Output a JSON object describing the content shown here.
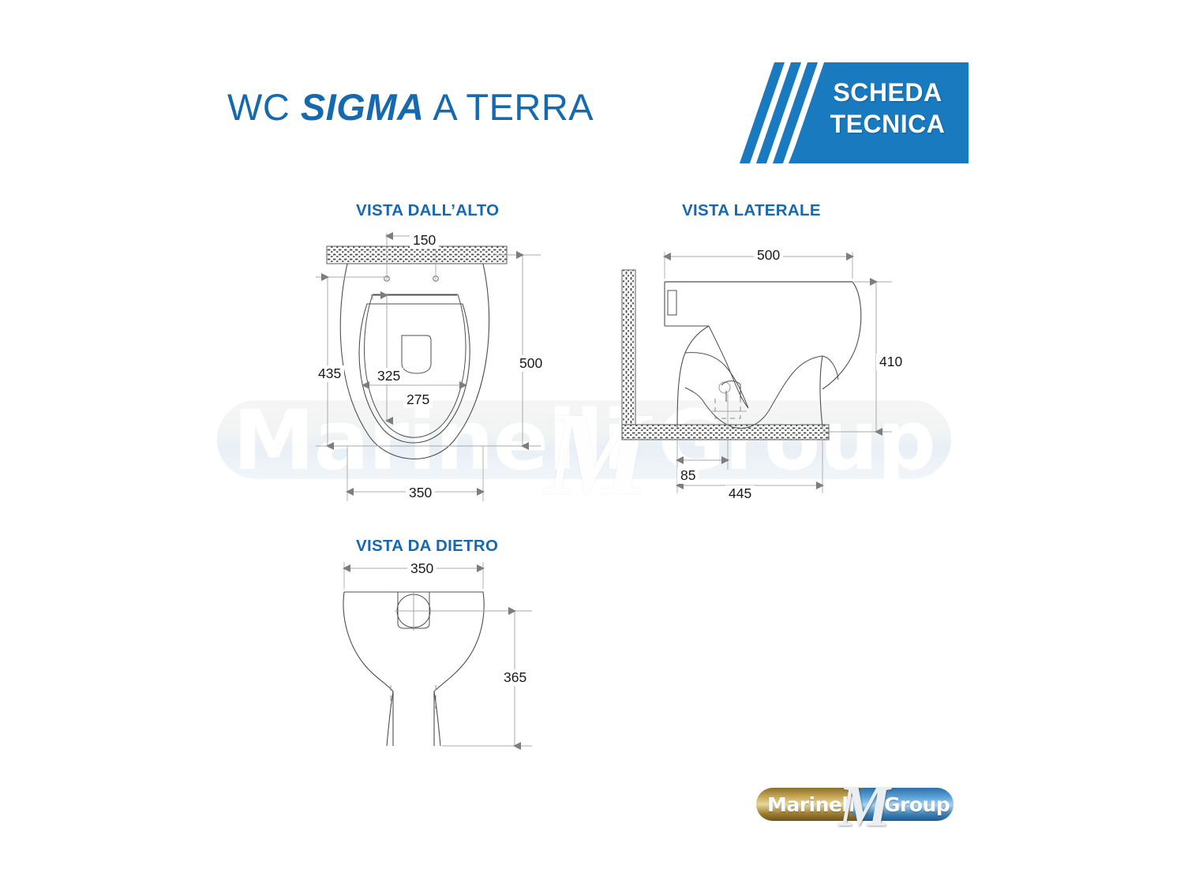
{
  "document": {
    "title_plain_1": "WC ",
    "title_strong": "SIGMA",
    "title_plain_2": " A TERRA",
    "title_full": "WC SIGMA A TERRA",
    "badge_line1": "SCHEDA",
    "badge_line2": "TECNICA",
    "watermark_text": "Marinelli Group",
    "accent_blue": "#1569b0",
    "badge_blue": "#1a7ac0"
  },
  "views": {
    "top": {
      "title": "VISTA DALL’ALTO",
      "dimensions": {
        "hinge_spacing": "150",
        "seat_length_inner": "435",
        "bowl_opening_length": "325",
        "bowl_opening_width": "275",
        "overall_length": "500",
        "overall_width": "350"
      }
    },
    "side": {
      "title": "VISTA LATERALE",
      "dimensions": {
        "overall_depth": "500",
        "bowl_height": "410",
        "outlet_offset": "85",
        "foot_depth": "445"
      }
    },
    "rear": {
      "title": "VISTA DA DIETRO",
      "dimensions": {
        "overall_width": "350",
        "outlet_height": "365"
      }
    }
  },
  "footer": {
    "logo_word_1": "Marinelli",
    "logo_word_2": "Group",
    "logo_monogram": "M"
  }
}
